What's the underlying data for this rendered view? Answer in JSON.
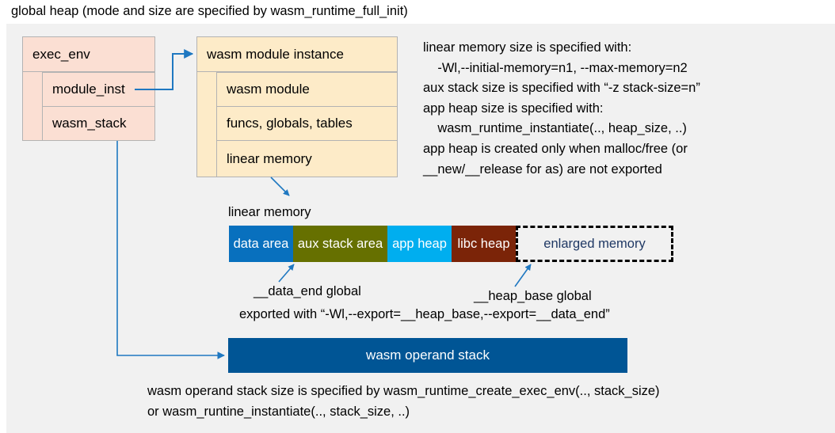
{
  "title": "global heap (mode and size are specified by wasm_runtime_full_init)",
  "colors": {
    "panel_bg": "#f1f1f1",
    "exec_env_fill": "#fbdfd3",
    "module_fill": "#fdebc8",
    "box_stroke": "#b3b3b3",
    "connector": "#1f78c1",
    "data_area": "#0870be",
    "aux_stack_area": "#667000",
    "app_heap": "#00aeef",
    "libc_heap": "#7b2408",
    "enlarged_memory_text": "#1f3864",
    "operand_stack": "#005595"
  },
  "exec_env": {
    "header": "exec_env",
    "fields": [
      {
        "label": "module_inst"
      },
      {
        "label": "wasm_stack"
      }
    ]
  },
  "module_instance": {
    "header": "wasm module instance",
    "fields": [
      {
        "label": "wasm module"
      },
      {
        "label": "funcs, globals, tables"
      },
      {
        "label": "linear memory"
      }
    ]
  },
  "notes": {
    "memory_notes": [
      "linear memory size is specified with:",
      "    -Wl,--initial-memory=n1, --max-memory=n2",
      "aux stack size is specified with “-z stack-size=n”",
      "app heap size is specified with:",
      "    wasm_runtime_instantiate(.., heap_size, ..)",
      "app heap is created only when malloc/free (or",
      "__new/__release for as) are not exported"
    ],
    "stack_notes": [
      "wasm operand stack size is specified by wasm_runtime_create_exec_env(.., stack_size)",
      "or wasm_runtine_instantiate(.., stack_size, ..)"
    ]
  },
  "linear_memory": {
    "label": "linear memory",
    "segments": [
      {
        "label": "data area",
        "color": "#0870be",
        "width": 81
      },
      {
        "label": "aux stack area",
        "color": "#667000",
        "width": 119
      },
      {
        "label": "app heap",
        "color": "#00aeef",
        "width": 81
      },
      {
        "label": "libc heap",
        "color": "#7b2408",
        "width": 81
      },
      {
        "label": "enlarged memory",
        "color": "#f1f1f1",
        "width": 199,
        "dashed": true
      }
    ]
  },
  "annotations": {
    "data_end": "__data_end global",
    "heap_base": "__heap_base global",
    "exported_with": "exported with “-Wl,--export=__heap_base,--export=__data_end”"
  },
  "operand_stack": {
    "label": "wasm operand stack"
  }
}
